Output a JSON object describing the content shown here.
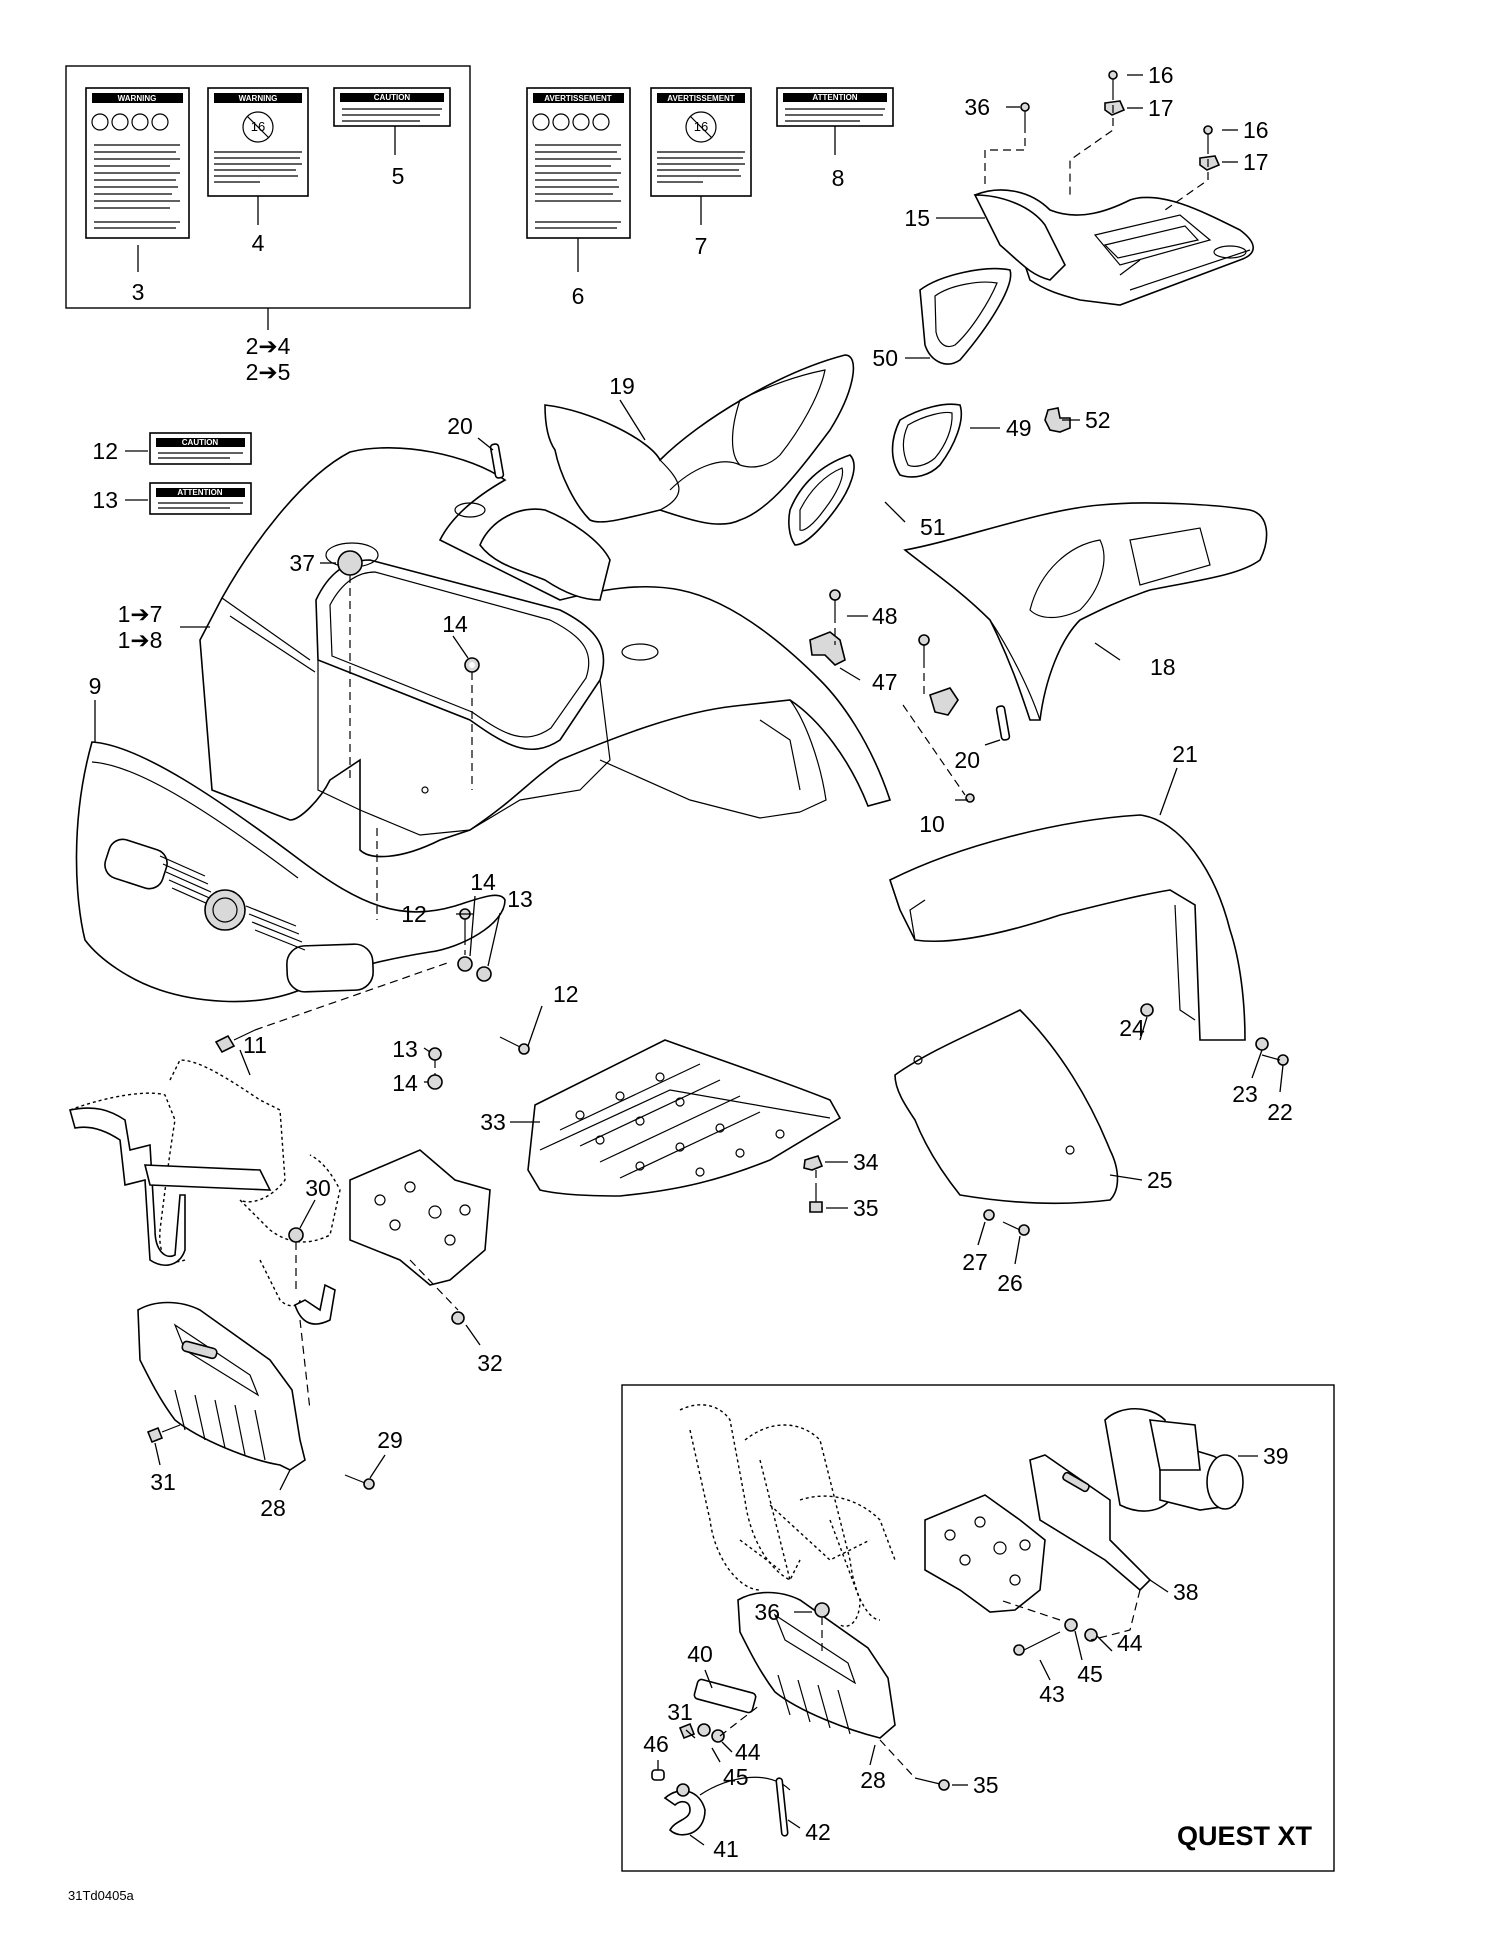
{
  "callouts": {
    "c3": "3",
    "c4": "4",
    "c5": "5",
    "c6": "6",
    "c7": "7",
    "c8": "8",
    "c2_4": "2➔4",
    "c2_5": "2➔5",
    "c36a": "36",
    "c16a": "16",
    "c17a": "17",
    "c16b": "16",
    "c17b": "17",
    "c15": "15",
    "c50": "50",
    "c19": "19",
    "c20a": "20",
    "c49": "49",
    "c52": "52",
    "c12a": "12",
    "c13a": "13",
    "c37": "37",
    "c51": "51",
    "c1_7": "1➔7",
    "c1_8": "1➔8",
    "c14a": "14",
    "c48": "48",
    "c18": "18",
    "c9": "9",
    "c47": "47",
    "c20b": "20",
    "c10": "10",
    "c21": "21",
    "c14b": "14",
    "c13b": "13",
    "c12b": "12",
    "c11": "11",
    "c12c": "12",
    "c24": "24",
    "c13c": "13",
    "c14c": "14",
    "c23": "23",
    "c22": "22",
    "c33": "33",
    "c34": "34",
    "c35a": "35",
    "c25": "25",
    "c30": "30",
    "c27": "27",
    "c26": "26",
    "c32": "32",
    "c29": "29",
    "c31a": "31",
    "c28a": "28",
    "c39": "39",
    "c38": "38",
    "c36b": "36",
    "c44a": "44",
    "c45a": "45",
    "c43": "43",
    "c40": "40",
    "c31b": "31",
    "c44b": "44",
    "c45b": "45",
    "c46": "46",
    "c35b": "35",
    "c28b": "28",
    "c41": "41",
    "c42": "42"
  },
  "decals": {
    "d3": "WARNING",
    "d4": "WARNING",
    "d5": "CAUTION",
    "d6": "AVERTISSEMENT",
    "d7": "AVERTISSEMENT",
    "d8": "ATTENTION",
    "d12": "CAUTION",
    "d13": "ATTENTION",
    "age_en": "16",
    "age_fr": "16"
  },
  "inset_title": "QUEST XT",
  "drawing_code": "31Td0405a"
}
